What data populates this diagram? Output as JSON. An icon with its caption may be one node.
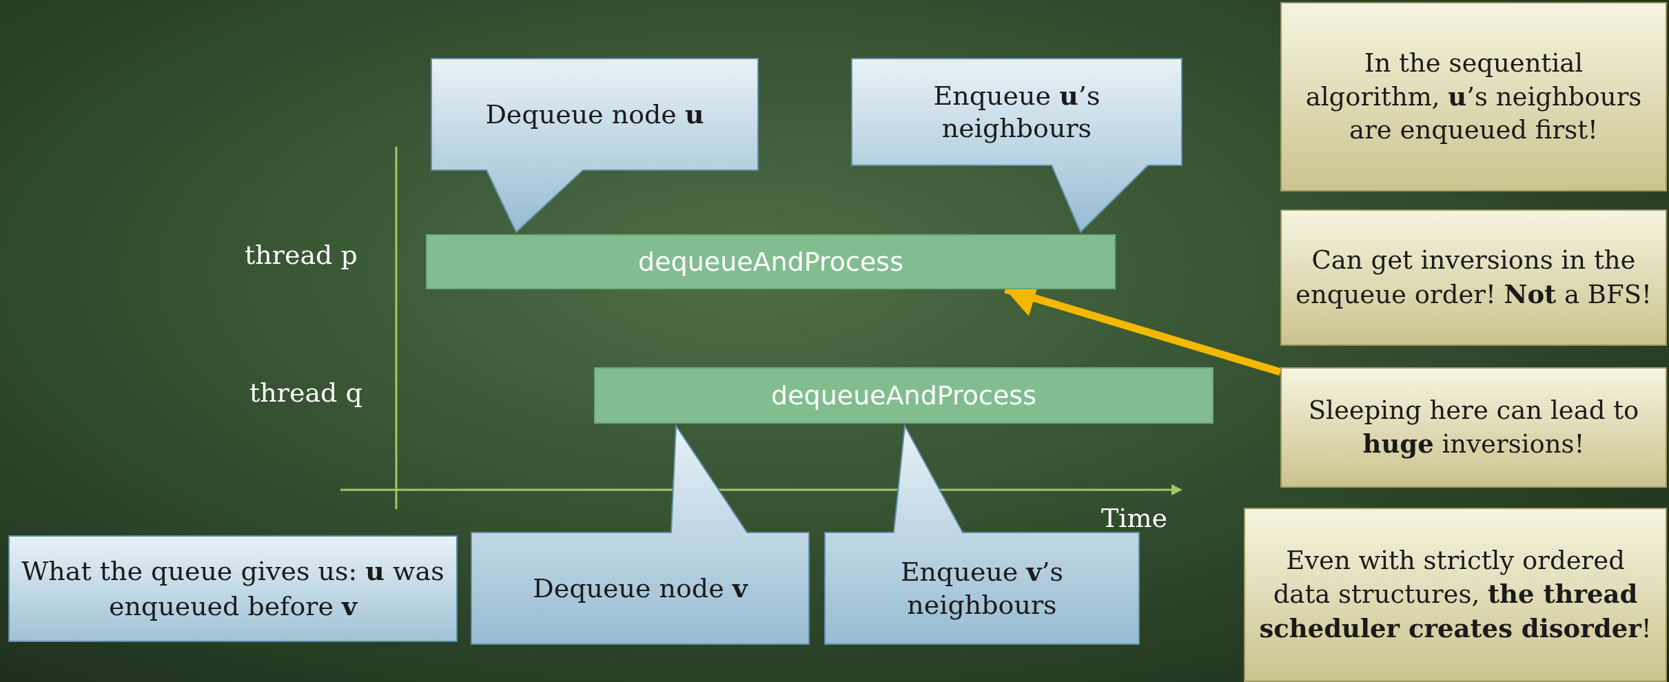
{
  "diagram": {
    "nodes": [
      {
        "text": [
          "Dequeue node **u**"
        ]
      },
      {
        "text": [
          "Enqueue **u**’s neighbours"
        ]
      },
      {
        "text": [
          "In the sequential algorithm, **u**’s neighbours are enqueued first!"
        ]
      },
      {
        "text": [
          "Can get inversions in the enqueue order! **Not** a BFS!"
        ]
      },
      {
        "text": [
          "dequeueAndProcess"
        ]
      },
      {
        "text": [
          "dequeueAndProcess"
        ]
      },
      {
        "text": [
          "Sleeping here can lead to **huge** inversions!"
        ]
      },
      {
        "text": [
          "What the queue gives us: **u** was enqueued before **v**"
        ]
      },
      {
        "text": [
          "Dequeue node **v**"
        ]
      },
      {
        "text": [
          "Enqueue **v**’s neighbours"
        ]
      },
      {
        "text": [
          "Even with strictly ordered data structures, **the thread scheduler creates disorder**!"
        ]
      }
    ],
    "edges": [
      {
        "from": 6,
        "to": 4,
        "arrow": "to",
        "color": "#f5b800"
      }
    ],
    "labels": [
      "thread p",
      "thread q",
      "Time"
    ]
  }
}
